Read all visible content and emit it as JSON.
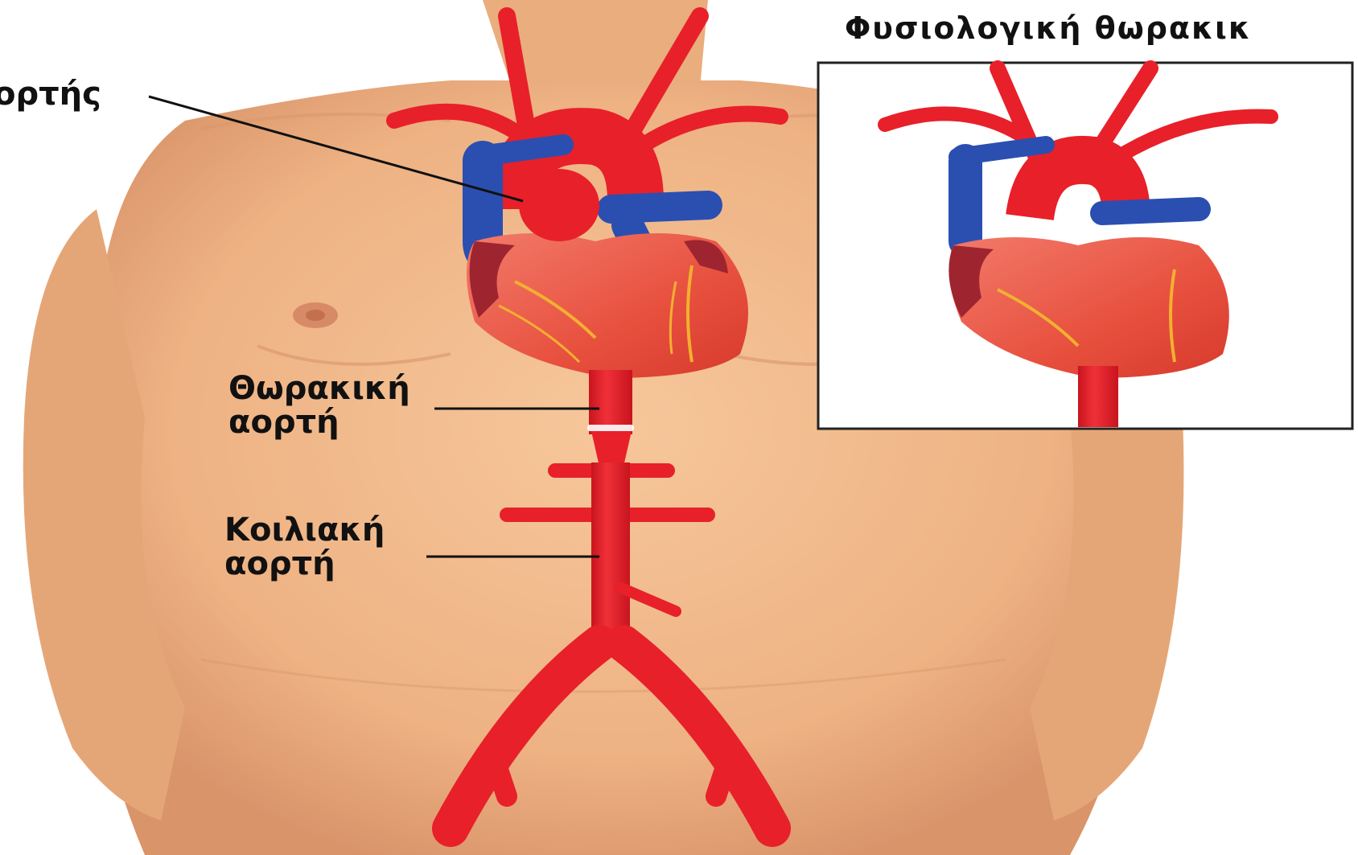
{
  "labels": {
    "aortic_arch": "ορτής",
    "thoracic_aorta": [
      "Θωρακική",
      "αορτή"
    ],
    "abdominal_aorta": [
      "Κοιλιακή",
      "αορτή"
    ],
    "inset_title": "Φυσιολογική θωρακικ"
  },
  "colors": {
    "skin": "#f0b98a",
    "skin_shadow": "#d89868",
    "artery": "#e8202a",
    "artery_dark": "#b3121b",
    "vein": "#2a4fb0",
    "heart_muscle": "#ec5a4a",
    "heart_dark": "#9e2530",
    "coronary": "#f2b030",
    "leader_line": "#111111",
    "inset_border": "#222222"
  }
}
